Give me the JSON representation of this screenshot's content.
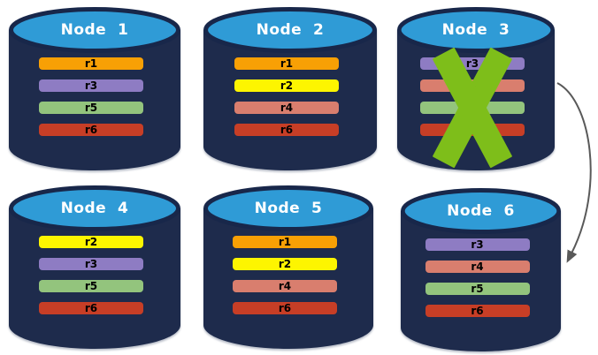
{
  "diagram": {
    "colors": {
      "cylinder_body": "#1E2B4C",
      "cylinder_top": "#2F9BD6",
      "cylinder_outline": "#18274A",
      "failure_x": "#7EBE1A",
      "arrow": "#595959"
    },
    "nodes": [
      {
        "label": "Node  1",
        "failed": false,
        "replicas": [
          {
            "label": "r1",
            "color": "#F8A005"
          },
          {
            "label": "r3",
            "color": "#8E7CC3"
          },
          {
            "label": "r5",
            "color": "#93C47D"
          },
          {
            "label": "r6",
            "color": "#C73E26"
          }
        ]
      },
      {
        "label": "Node  2",
        "failed": false,
        "replicas": [
          {
            "label": "r1",
            "color": "#F8A005"
          },
          {
            "label": "r2",
            "color": "#FDF500"
          },
          {
            "label": "r4",
            "color": "#D97E6E"
          },
          {
            "label": "r6",
            "color": "#C73E26"
          }
        ]
      },
      {
        "label": "Node  3",
        "failed": true,
        "replicas": [
          {
            "label": "r3",
            "color": "#8E7CC3"
          },
          {
            "label": "r4",
            "color": "#D97E6E"
          },
          {
            "label": "r5",
            "color": "#93C47D"
          },
          {
            "label": "r6",
            "color": "#C73E26"
          }
        ]
      },
      {
        "label": "Node  4",
        "failed": false,
        "replicas": [
          {
            "label": "r2",
            "color": "#FDF500"
          },
          {
            "label": "r3",
            "color": "#8E7CC3"
          },
          {
            "label": "r5",
            "color": "#93C47D"
          },
          {
            "label": "r6",
            "color": "#C73E26"
          }
        ]
      },
      {
        "label": "Node  5",
        "failed": false,
        "replicas": [
          {
            "label": "r1",
            "color": "#F8A005"
          },
          {
            "label": "r2",
            "color": "#FDF500"
          },
          {
            "label": "r4",
            "color": "#D97E6E"
          },
          {
            "label": "r6",
            "color": "#C73E26"
          }
        ]
      },
      {
        "label": "Node  6",
        "failed": false,
        "replicas": [
          {
            "label": "r3",
            "color": "#8E7CC3"
          },
          {
            "label": "r4",
            "color": "#D97E6E"
          },
          {
            "label": "r5",
            "color": "#93C47D"
          },
          {
            "label": "r6",
            "color": "#C73E26"
          }
        ]
      }
    ],
    "failure_arrow": {
      "from": "Node 3",
      "to": "Node 6"
    }
  }
}
